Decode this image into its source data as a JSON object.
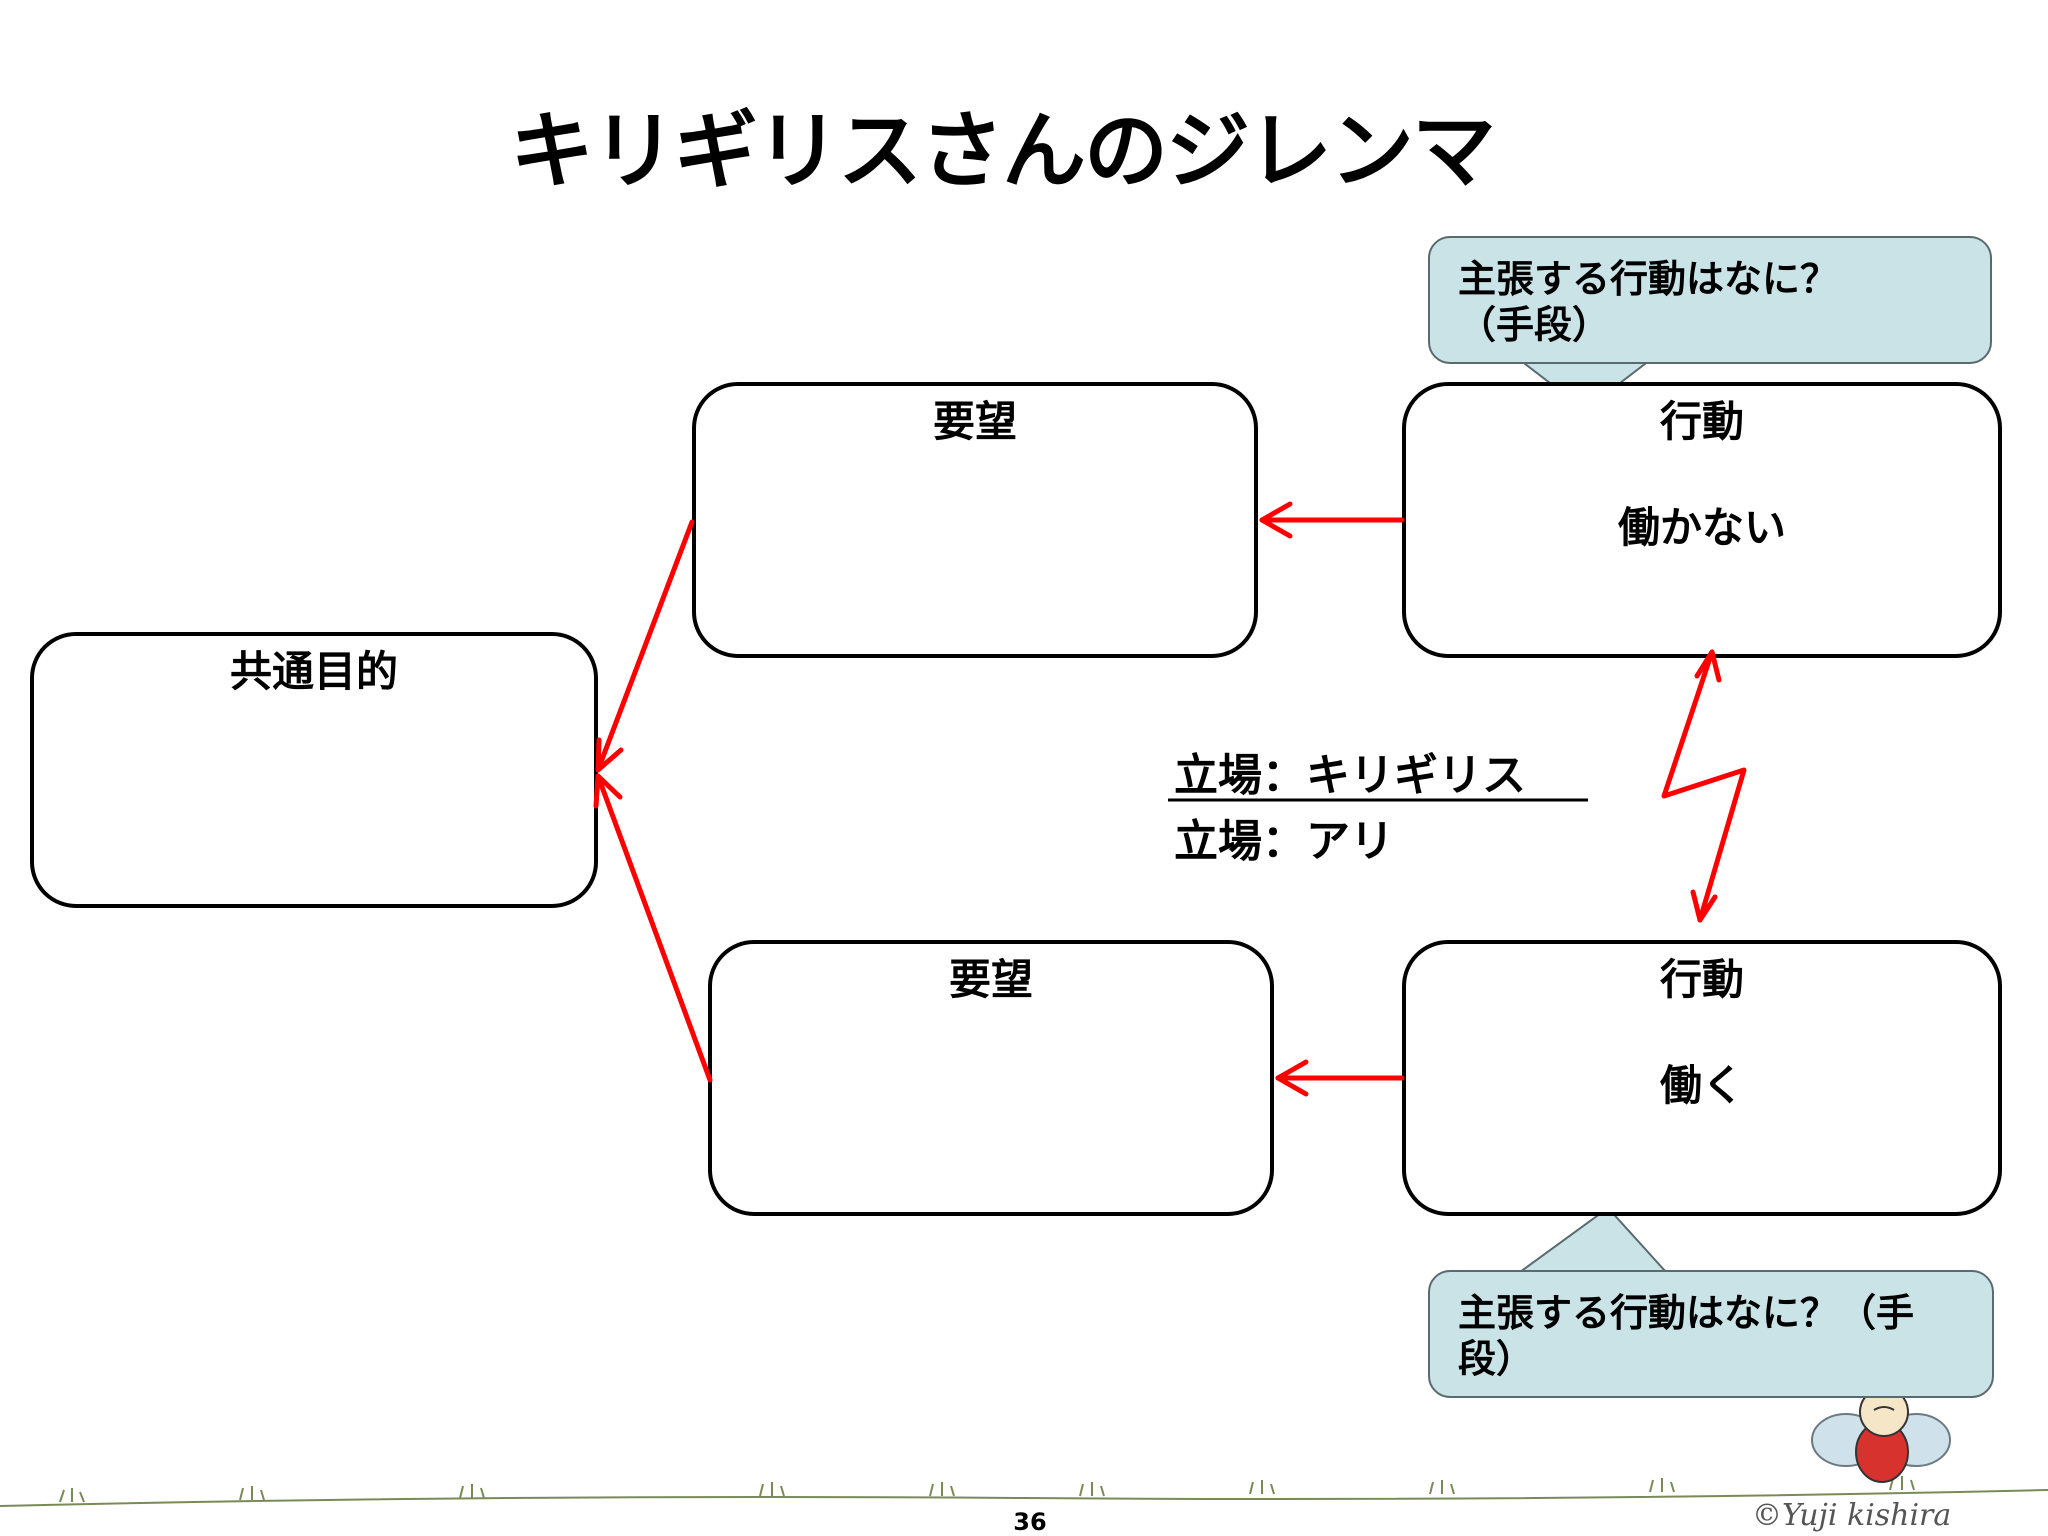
{
  "title": "キリギリスさんのジレンマ",
  "common_goal": {
    "label": "共通目的"
  },
  "grasshopper": {
    "want_label": "要望",
    "action_label": "行動",
    "action_value": "働かない",
    "callout": [
      "主張する行動はなに？",
      "（手段）"
    ]
  },
  "ant": {
    "want_label": "要望",
    "action_label": "行動",
    "action_value": "働く",
    "callout": [
      "主張する行動はなに？（手",
      "段）"
    ]
  },
  "stance_top": "立場：キリギリス",
  "stance_bottom": "立場：アリ",
  "page_number": "36",
  "credit": "©Yuji kishira",
  "colors": {
    "arrow": "#ff0000",
    "callout_fill": "#c9e3e7",
    "box_border": "#000000"
  }
}
